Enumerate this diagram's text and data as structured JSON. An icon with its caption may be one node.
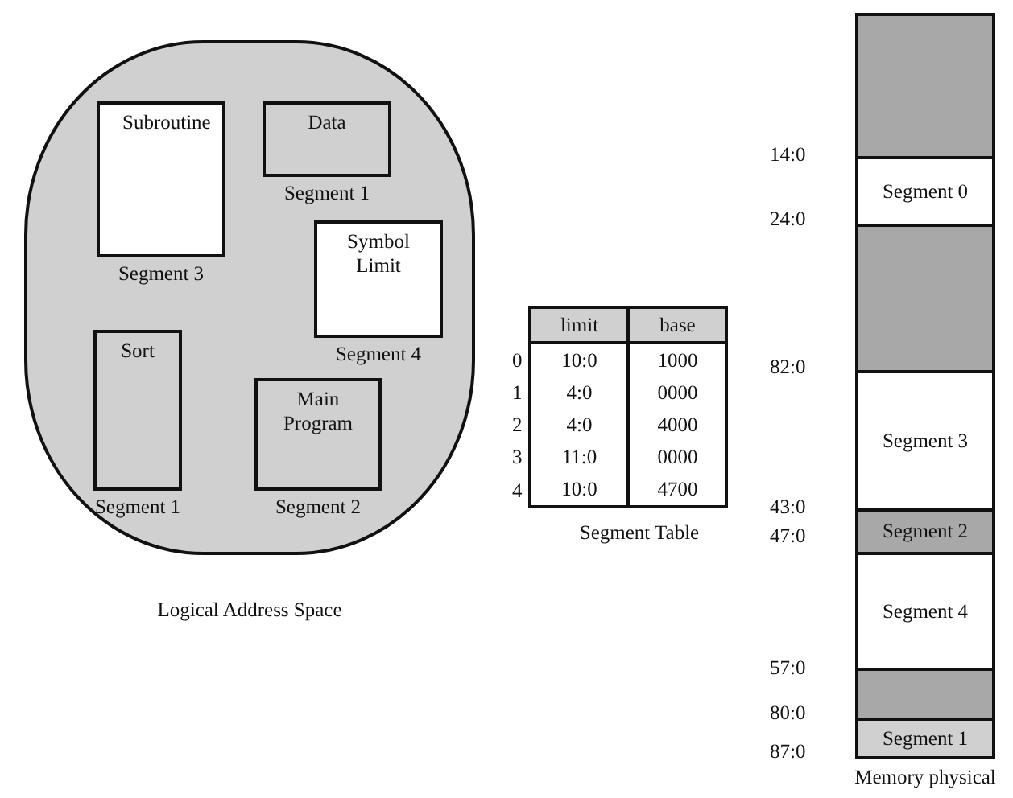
{
  "diagram": {
    "nodes": [
      {
        "text": [
          "Logical Address Space"
        ]
      },
      {
        "text": [
          "Subroutine"
        ],
        "beside": [
          "Segment 3"
        ],
        "in": 0
      },
      {
        "text": [
          "Data"
        ],
        "beside": [
          "Segment 1"
        ],
        "in": 0
      },
      {
        "text": [
          "Symbol Limit"
        ],
        "beside": [
          "Segment 4"
        ],
        "in": 0
      },
      {
        "text": [
          "Sort"
        ],
        "beside": [
          "Segment 1"
        ],
        "in": 0
      },
      {
        "text": [
          "Main Program"
        ],
        "beside": [
          "Segment 2"
        ],
        "in": 0
      },
      {
        "text": [
          "Memory physical"
        ]
      },
      {
        "text": [],
        "shape": "box",
        "in": 6
      },
      {
        "text": [
          "Segment 0"
        ],
        "in": 6
      },
      {
        "text": [],
        "shape": "box",
        "in": 6
      },
      {
        "text": [
          "Segment 3"
        ],
        "in": 6
      },
      {
        "text": [
          "Segment 2"
        ],
        "in": 6
      },
      {
        "text": [
          "Segment 4"
        ],
        "in": 6
      },
      {
        "text": [],
        "shape": "box",
        "in": 6
      },
      {
        "text": [
          "Segment 1"
        ],
        "in": 6
      }
    ],
    "edges": [],
    "labels": [
      "limit",
      "base",
      "0",
      "10:0",
      "1000",
      "1",
      "4:0",
      "0000",
      "2",
      "4:0",
      "4000",
      "3",
      "11:0",
      "0000",
      "4",
      "10:0",
      "4700",
      "Segment Table",
      "14:0",
      "24:0",
      "82:0",
      "43:0",
      "47:0",
      "57:0",
      "80:0",
      "87:0"
    ]
  }
}
